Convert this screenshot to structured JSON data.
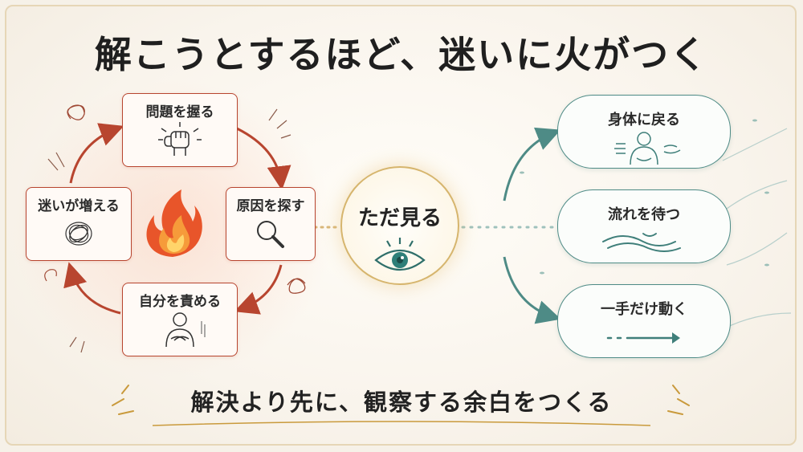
{
  "title": "解こうとするほど、迷いに火がつく",
  "cycle": {
    "items": [
      {
        "label": "問題を握る"
      },
      {
        "label": "原因を探す"
      },
      {
        "label": "自分を責める"
      },
      {
        "label": "迷いが増える"
      }
    ]
  },
  "center": {
    "label": "ただ見る"
  },
  "actions": {
    "items": [
      {
        "label": "身体に戻る"
      },
      {
        "label": "流れを待つ"
      },
      {
        "label": "一手だけ動く"
      }
    ]
  },
  "footer": "解決より先に、観察する余白をつくる",
  "colors": {
    "cycle_accent": "#b8452f",
    "calm_accent": "#4e8b86",
    "gold_accent": "#d6b56d",
    "background": "#f6f1e8"
  }
}
